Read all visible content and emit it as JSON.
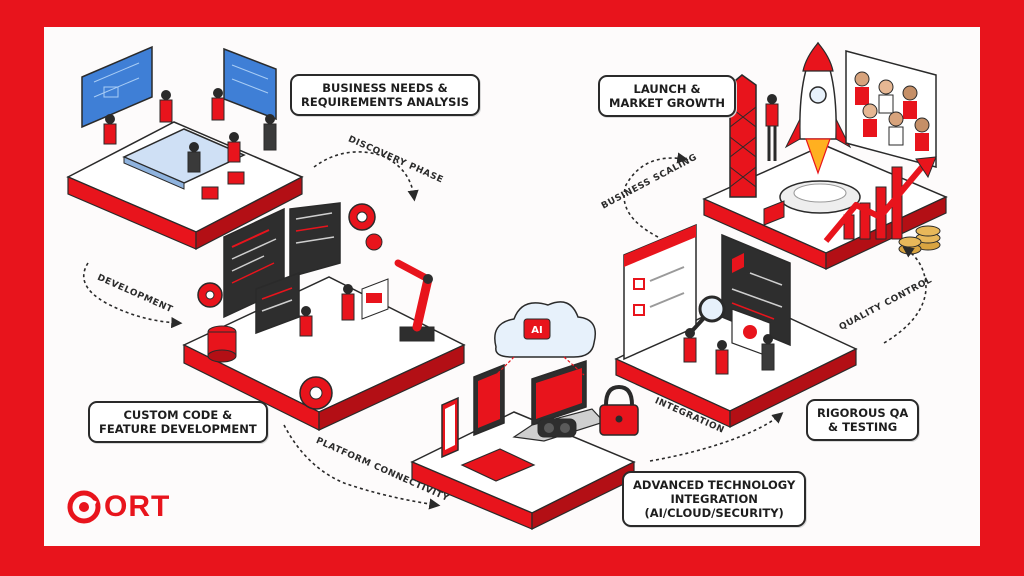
{
  "callouts": {
    "business_needs": [
      "BUSINESS NEEDS &",
      "REQUIREMENTS ANALYSIS"
    ],
    "launch": [
      "LAUNCH &",
      "MARKET GROWTH"
    ],
    "custom_code": [
      "CUSTOM CODE &",
      "FEATURE DEVELOPMENT"
    ],
    "rigorous_qa": [
      "RIGOROUS QA",
      "& TESTING"
    ],
    "advanced_tech": [
      "ADVANCED TECHNOLOGY",
      "INTEGRATION",
      "(AI/CLOUD/SECURITY)"
    ]
  },
  "flows": {
    "discovery": "DISCOVERY PHASE",
    "development": "DEVELOPMENT",
    "platform": "PLATFORM CONNECTIVITY",
    "integration": "INTEGRATION",
    "quality": "QUALITY CONTROL",
    "scaling": "BUSINESS SCALING"
  },
  "logo": {
    "text": "ORT"
  },
  "cloud_badge": "AI",
  "colors": {
    "accent": "#e8141c",
    "ink": "#2a2a2a",
    "panel": "#fdfbfb"
  }
}
